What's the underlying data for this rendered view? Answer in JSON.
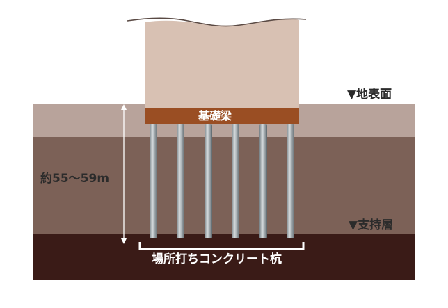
{
  "labels": {
    "ground_surface": "▼地表面",
    "bearing_layer": "▼支持層",
    "depth": "約55〜59m",
    "foundation_beam": "基礎梁",
    "pile_type": "場所打ちコンクリート杭"
  },
  "colors": {
    "building": "#d8c1b3",
    "surface_soil": "#b8a39b",
    "middle_soil": "#7c6157",
    "bearing_layer": "#3a1b17",
    "beam": "#9a4e23",
    "pile": "#a3acb0",
    "text": "#2b2b2b"
  },
  "piles": {
    "count": 6
  }
}
